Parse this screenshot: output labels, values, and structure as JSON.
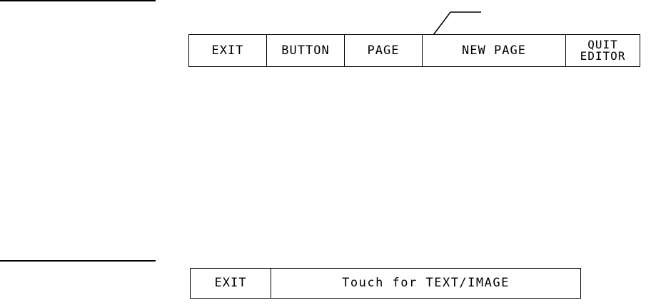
{
  "top_menu": {
    "exit_label": "EXIT",
    "button_label": "BUTTON",
    "page_label": "PAGE",
    "new_page_label": "NEW PAGE",
    "quit_line1": "QUIT",
    "quit_line2": "EDITOR"
  },
  "bottom_menu": {
    "exit_label": "EXIT",
    "touch_label": "Touch for TEXT/IMAGE"
  },
  "colors": {
    "foreground": "#000000",
    "background": "#ffffff"
  }
}
